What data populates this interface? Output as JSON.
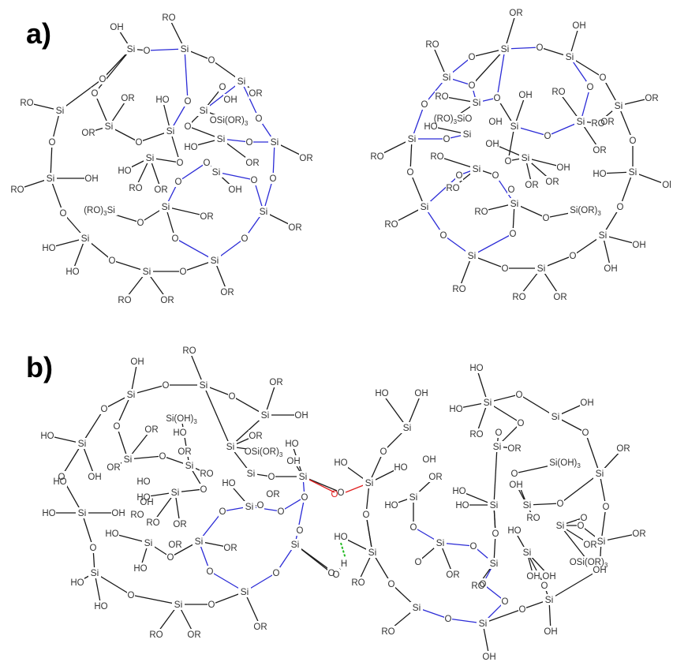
{
  "panels": [
    {
      "label": "a)"
    },
    {
      "label": "b)"
    }
  ],
  "colors": {
    "bond": "#1a1a1a",
    "ring_bond": "#2b2bd6",
    "link_bond": "#e02020",
    "hbond": "#22bb22",
    "text": "#333333"
  },
  "texts": {
    "Si": "Si",
    "O": "O",
    "OR": "OR",
    "RO": "RO",
    "OH": "OH",
    "HO": "HO",
    "H": "H",
    "OSiOR3": "OSi(OR)3",
    "RO3Si": "(RO)3Si",
    "RO3SiO": "(RO)3SiO",
    "SiOR3": "Si(OR)3",
    "SiOH3": "Si(OH)3",
    "Ol": "Ol"
  }
}
